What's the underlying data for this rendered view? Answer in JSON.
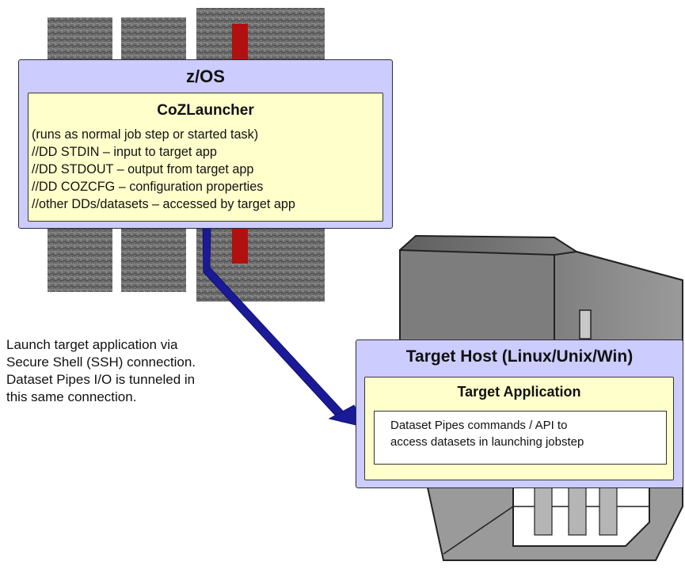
{
  "zos": {
    "title": "z/OS",
    "launcher": {
      "title": "CoZLauncher",
      "lines": [
        "(runs as normal job step or started task)",
        "//DD STDIN – input to target app",
        "//DD STDOUT – output from target app",
        "//DD COZCFG – configuration properties",
        "//other DDs/datasets – accessed by target app"
      ]
    }
  },
  "connection_note": {
    "lines": [
      "Launch target application via",
      "Secure Shell (SSH) connection.",
      "Dataset Pipes I/O is tunneled in",
      "this same connection."
    ]
  },
  "target_host": {
    "title": "Target Host (Linux/Unix/Win)",
    "application": {
      "title": "Target Application",
      "api_lines": [
        "Dataset Pipes commands / API to",
        "access datasets in launching jobstep"
      ]
    }
  },
  "colors": {
    "box_blue": "#ccccff",
    "box_yellow": "#ffffcc",
    "arrow": "#1a1a99",
    "mainframe_stripe": "#b01010",
    "server_body": "#8a8a8a"
  },
  "icons": {
    "mainframe": "mainframe-cabinets",
    "server": "tower-server",
    "arrow": "connection-arrow"
  }
}
